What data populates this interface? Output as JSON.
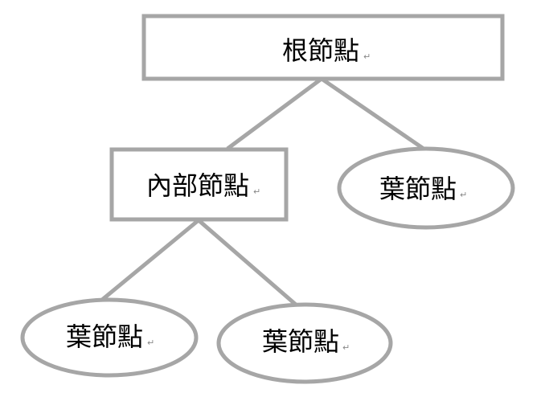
{
  "colors": {
    "stroke": "#a6a6a6",
    "text": "#000000",
    "background": "#ffffff",
    "paragraph_mark": "#888888"
  },
  "paragraph_mark": "↵",
  "nodes": {
    "root": {
      "label": "根節點",
      "shape": "rectangle"
    },
    "internal": {
      "label": "內部節點",
      "shape": "rectangle"
    },
    "leaf_right": {
      "label": "葉節點",
      "shape": "ellipse"
    },
    "leaf_bottom_left": {
      "label": "葉節點",
      "shape": "ellipse"
    },
    "leaf_bottom_right": {
      "label": "葉節點",
      "shape": "ellipse"
    }
  }
}
